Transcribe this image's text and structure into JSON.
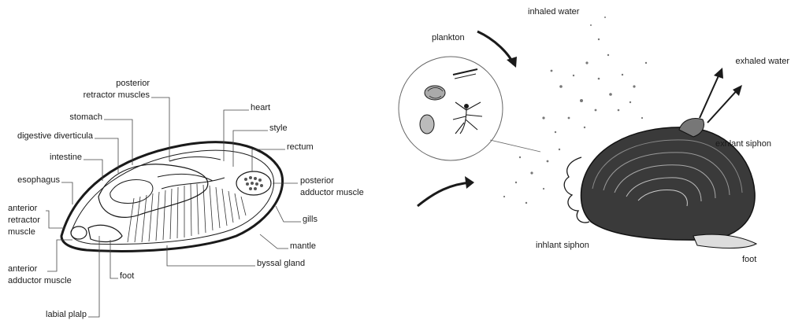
{
  "labels": {
    "posterior_retractor": [
      "posterior",
      "retractor muscles"
    ],
    "stomach": "stomach",
    "digestive_diverticula": "digestive diverticula",
    "intestine": "intestine",
    "esophagus": "esophagus",
    "anterior_retractor": [
      "anterior",
      "retractor",
      "muscle"
    ],
    "anterior_adductor": [
      "anterior",
      "adductor muscle"
    ],
    "labial_palp": "labial plalp",
    "foot_left": "foot",
    "heart": "heart",
    "style": "style",
    "rectum": "rectum",
    "posterior_adductor": [
      "posterior",
      "adductor muscle"
    ],
    "gills": "gills",
    "mantle": "mantle",
    "byssal_gland": "byssal gland",
    "plankton": "plankton",
    "inhaled_water": "inhaled water",
    "exhaled_water": "exhaled water",
    "exhlant_siphon": "exhlant siphon",
    "inhlant_siphon": "inhlant siphon",
    "foot_right": "foot"
  }
}
